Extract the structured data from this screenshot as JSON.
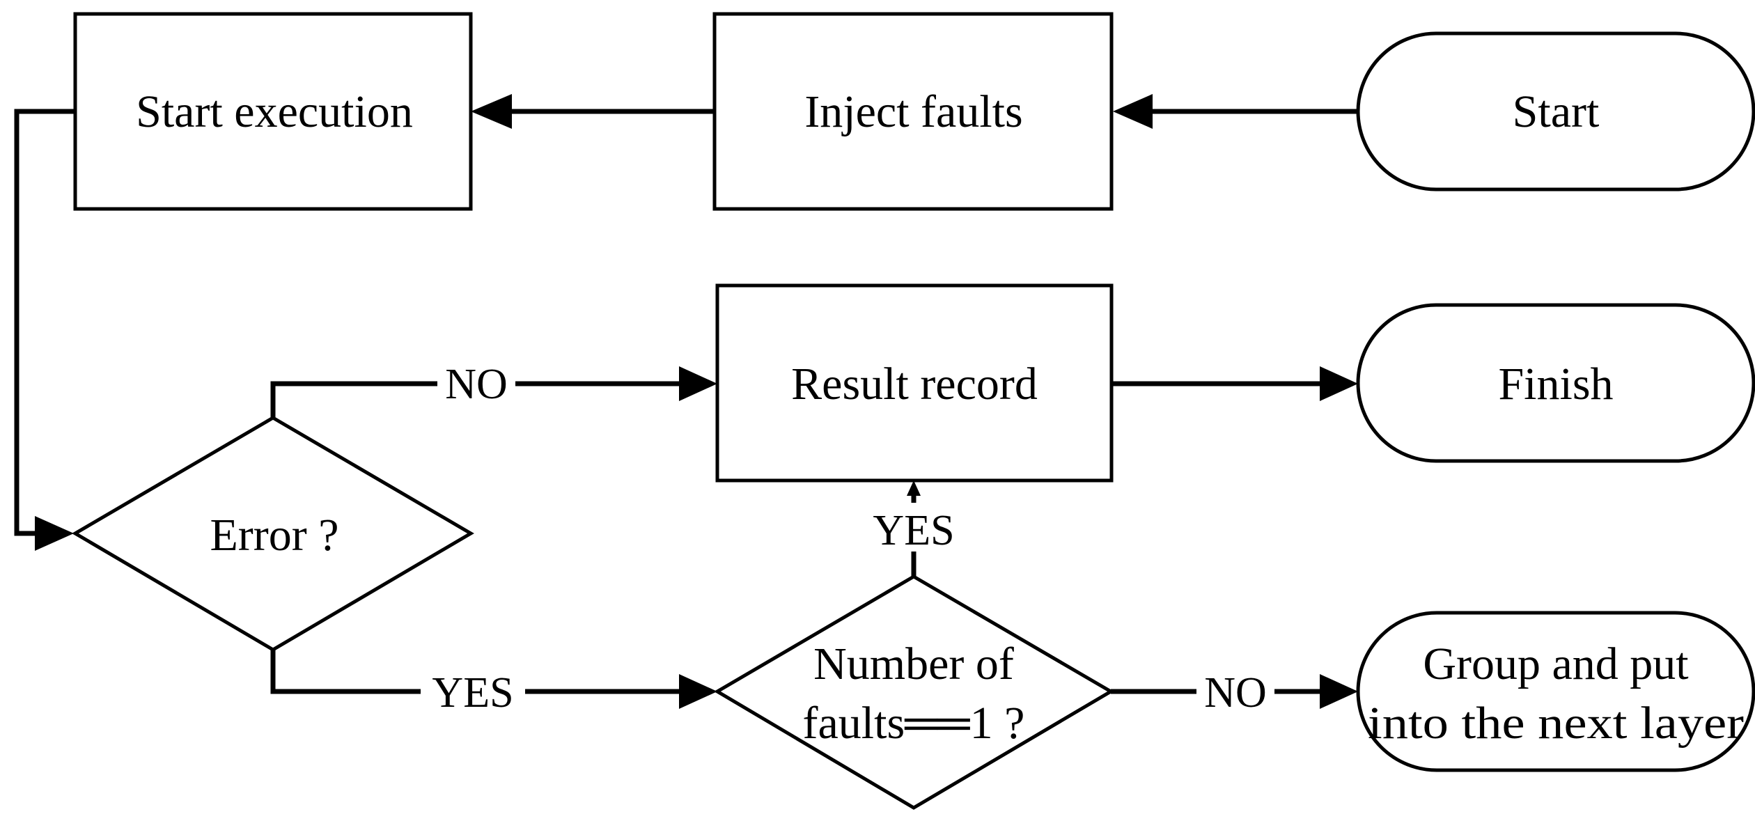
{
  "nodes": {
    "start": "Start",
    "inject_faults": "Inject faults",
    "start_execution": "Start execution",
    "error_check": "Error ?",
    "result_record": "Result record",
    "finish": "Finish",
    "fault_count_check_line1": "Number of",
    "fault_count_check_line2": "faults══1 ?",
    "group_line1": "Group and put",
    "group_line2": "into the next layer"
  },
  "edges": {
    "error_no": "NO",
    "error_yes": "YES",
    "count_yes": "YES",
    "count_no": "NO"
  }
}
